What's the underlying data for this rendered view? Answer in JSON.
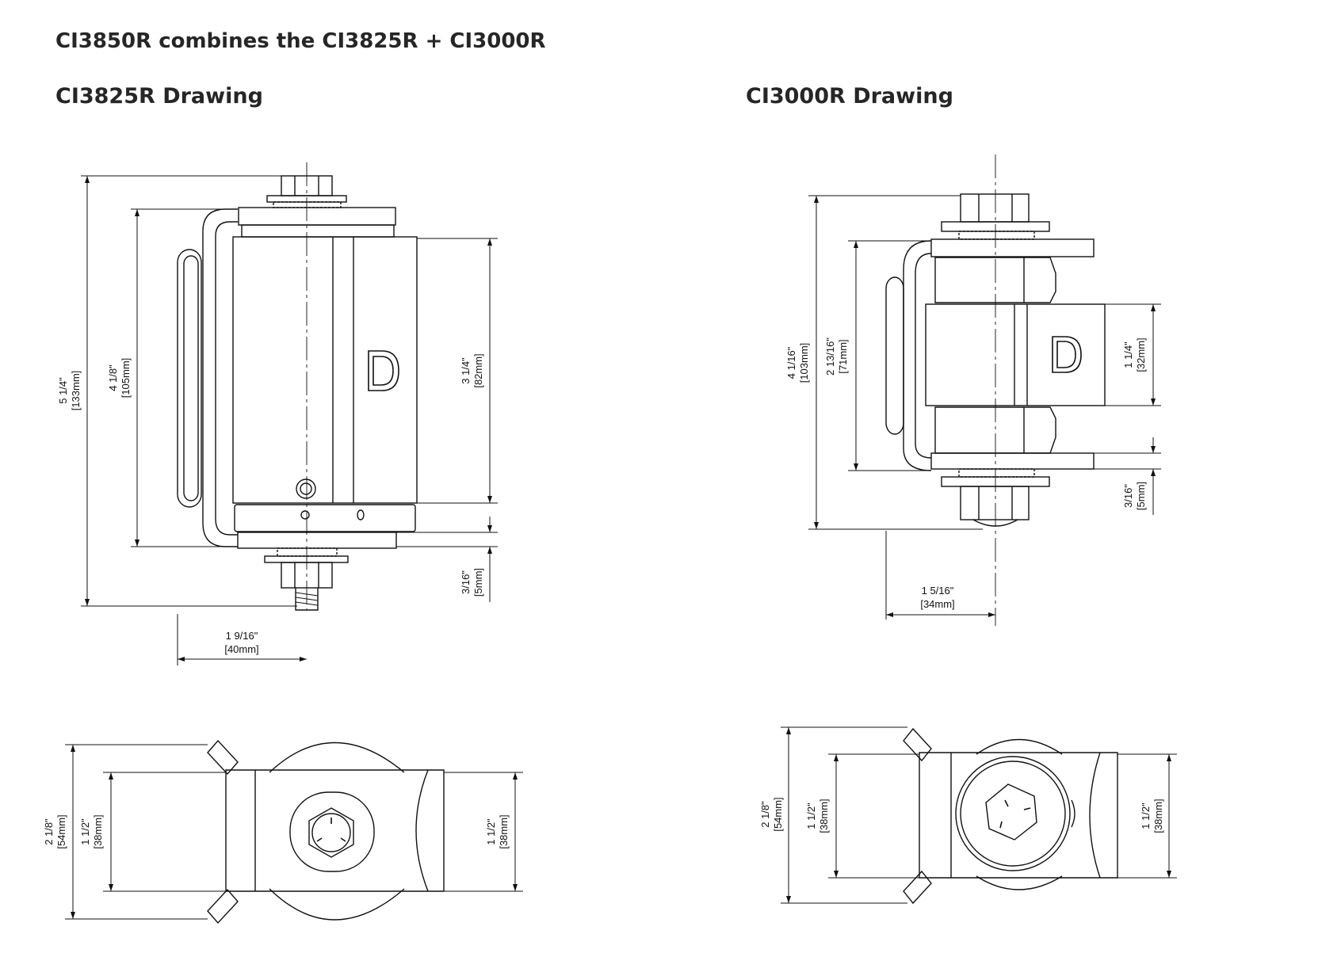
{
  "header": {
    "title": "CI3850R combines the CI3825R + CI3000R"
  },
  "left": {
    "title": "CI3825R Drawing",
    "front_dims": {
      "overall": {
        "in": "5 1/4\"",
        "mm": "[133mm]"
      },
      "bracket": {
        "in": "4 1/8\"",
        "mm": "[105mm]"
      },
      "body": {
        "in": "3 1/4\"",
        "mm": "[82mm]"
      },
      "plate": {
        "in": "3/16\"",
        "mm": "[5mm]"
      },
      "offset": {
        "in": "1 9/16\"",
        "mm": "[40mm]"
      }
    },
    "top_dims": {
      "overall": {
        "in": "2 1/8\"",
        "mm": "[54mm]"
      },
      "inner": {
        "in": "1 1/2\"",
        "mm": "[38mm]"
      },
      "right": {
        "in": "1 1/2\"",
        "mm": "[38mm]"
      }
    }
  },
  "right": {
    "title": "CI3000R Drawing",
    "front_dims": {
      "overall": {
        "in": "4 1/16\"",
        "mm": "[103mm]"
      },
      "bracket": {
        "in": "2 13/16\"",
        "mm": "[71mm]"
      },
      "body": {
        "in": "1 1/4\"",
        "mm": "[32mm]"
      },
      "plate": {
        "in": "3/16\"",
        "mm": "[5mm]"
      },
      "offset": {
        "in": "1 5/16\"",
        "mm": "[34mm]"
      }
    },
    "top_dims": {
      "overall": {
        "in": "2 1/8\"",
        "mm": "[54mm]"
      },
      "inner": {
        "in": "1 1/2\"",
        "mm": "[38mm]"
      },
      "right": {
        "in": "1 1/2\"",
        "mm": "[38mm]"
      }
    }
  },
  "icons": [
    "d-logo-icon",
    "hex-bolt-icon"
  ]
}
